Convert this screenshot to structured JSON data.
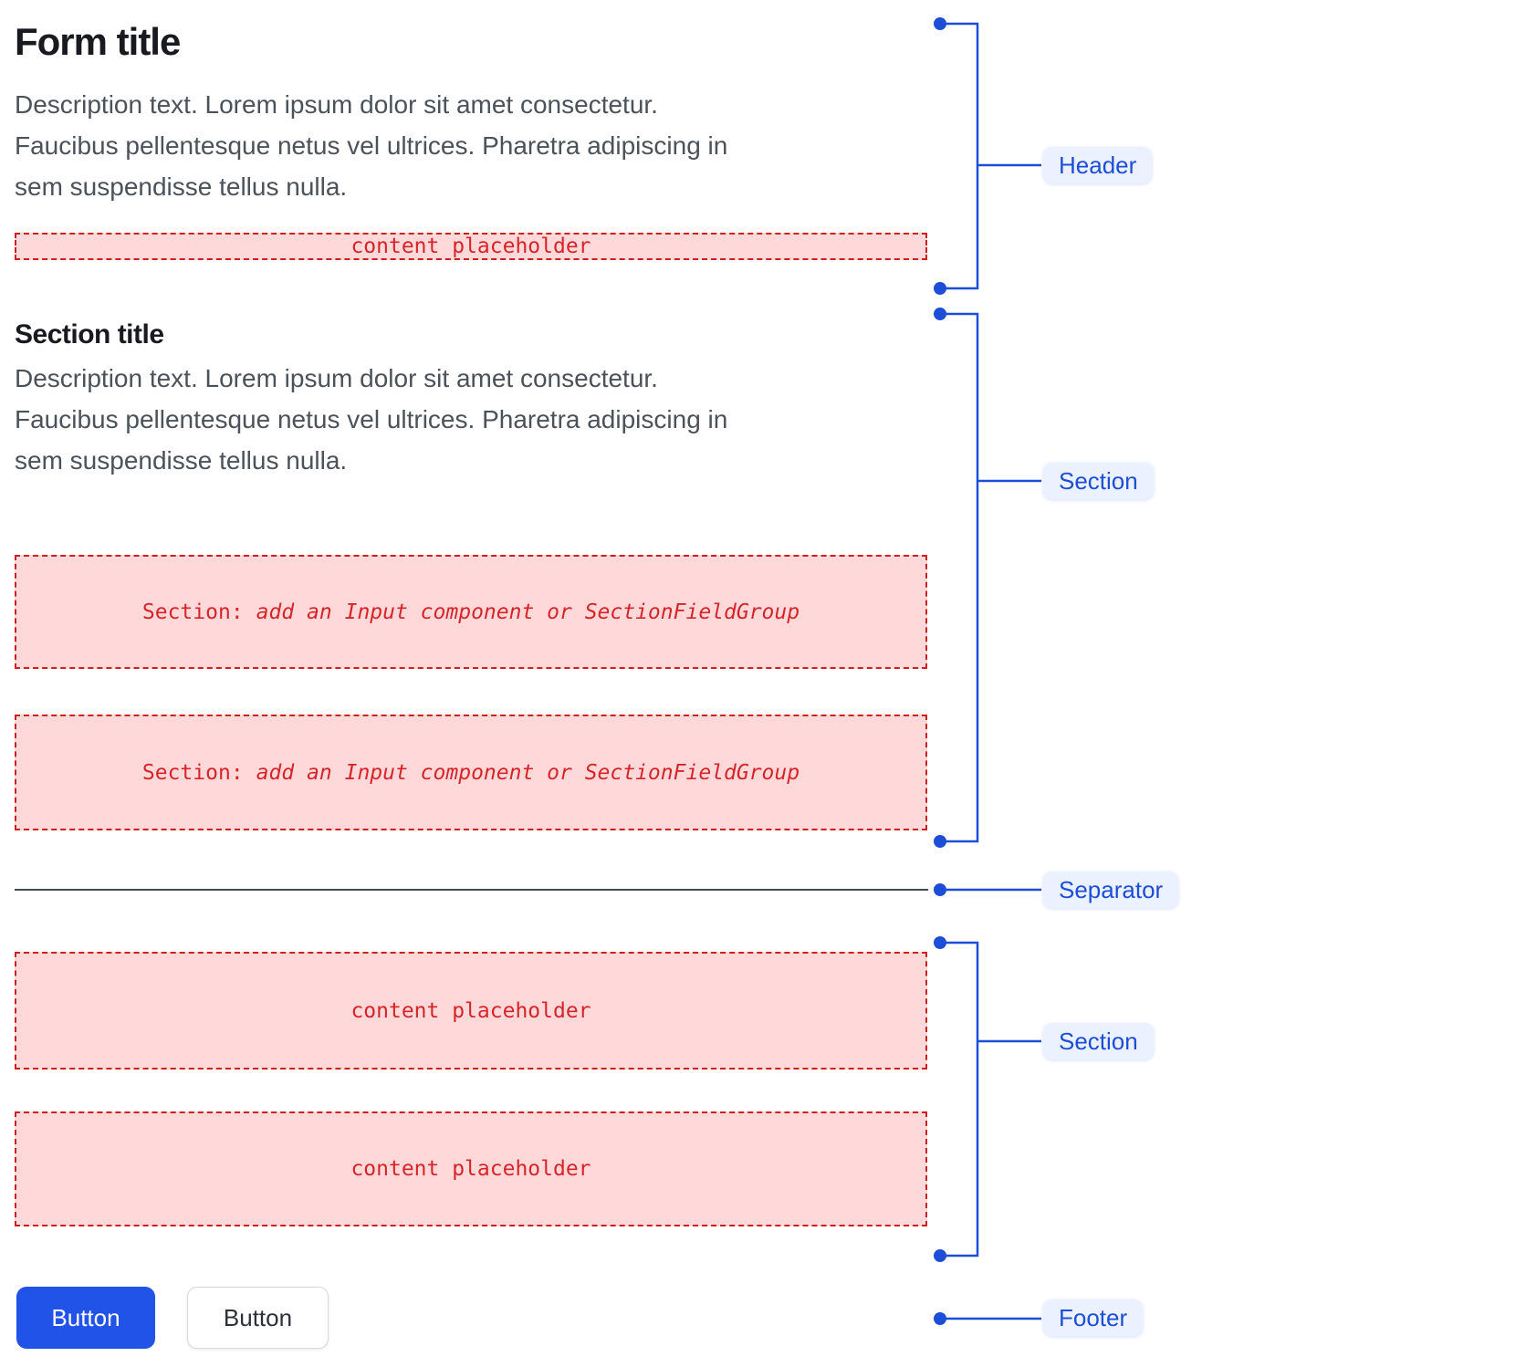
{
  "colors": {
    "annotation_blue": "#1d4ed8",
    "annotation_pill_bg": "#ebf1fe",
    "placeholder_red": "#d62429",
    "placeholder_border": "#ce1f1c",
    "placeholder_bg": "#ffd9d9",
    "primary_button_bg": "#2253e9",
    "separator_gray": "#434a54",
    "title_color": "#191a20",
    "description_color": "#4c5259"
  },
  "form": {
    "title": "Form title",
    "description_lines": [
      "Description text. Lorem ipsum dolor sit amet consectetur.",
      "Faucibus pellentesque netus vel ultrices. Pharetra adipiscing in",
      "sem suspendisse tellus nulla."
    ],
    "header_placeholder": "content placeholder",
    "section_title": "Section title",
    "section_slots": [
      {
        "prefix": "Section:",
        "text": "add an Input component or SectionFieldGroup"
      },
      {
        "prefix": "Section:",
        "text": "add an Input component or SectionFieldGroup"
      }
    ],
    "section2_slots": [
      "content placeholder",
      "content placeholder"
    ]
  },
  "footer": {
    "primary_button": "Button",
    "secondary_button": "Button"
  },
  "annotations": {
    "header": "Header",
    "section1": "Section",
    "separator": "Separator",
    "section2": "Section",
    "footer": "Footer"
  }
}
